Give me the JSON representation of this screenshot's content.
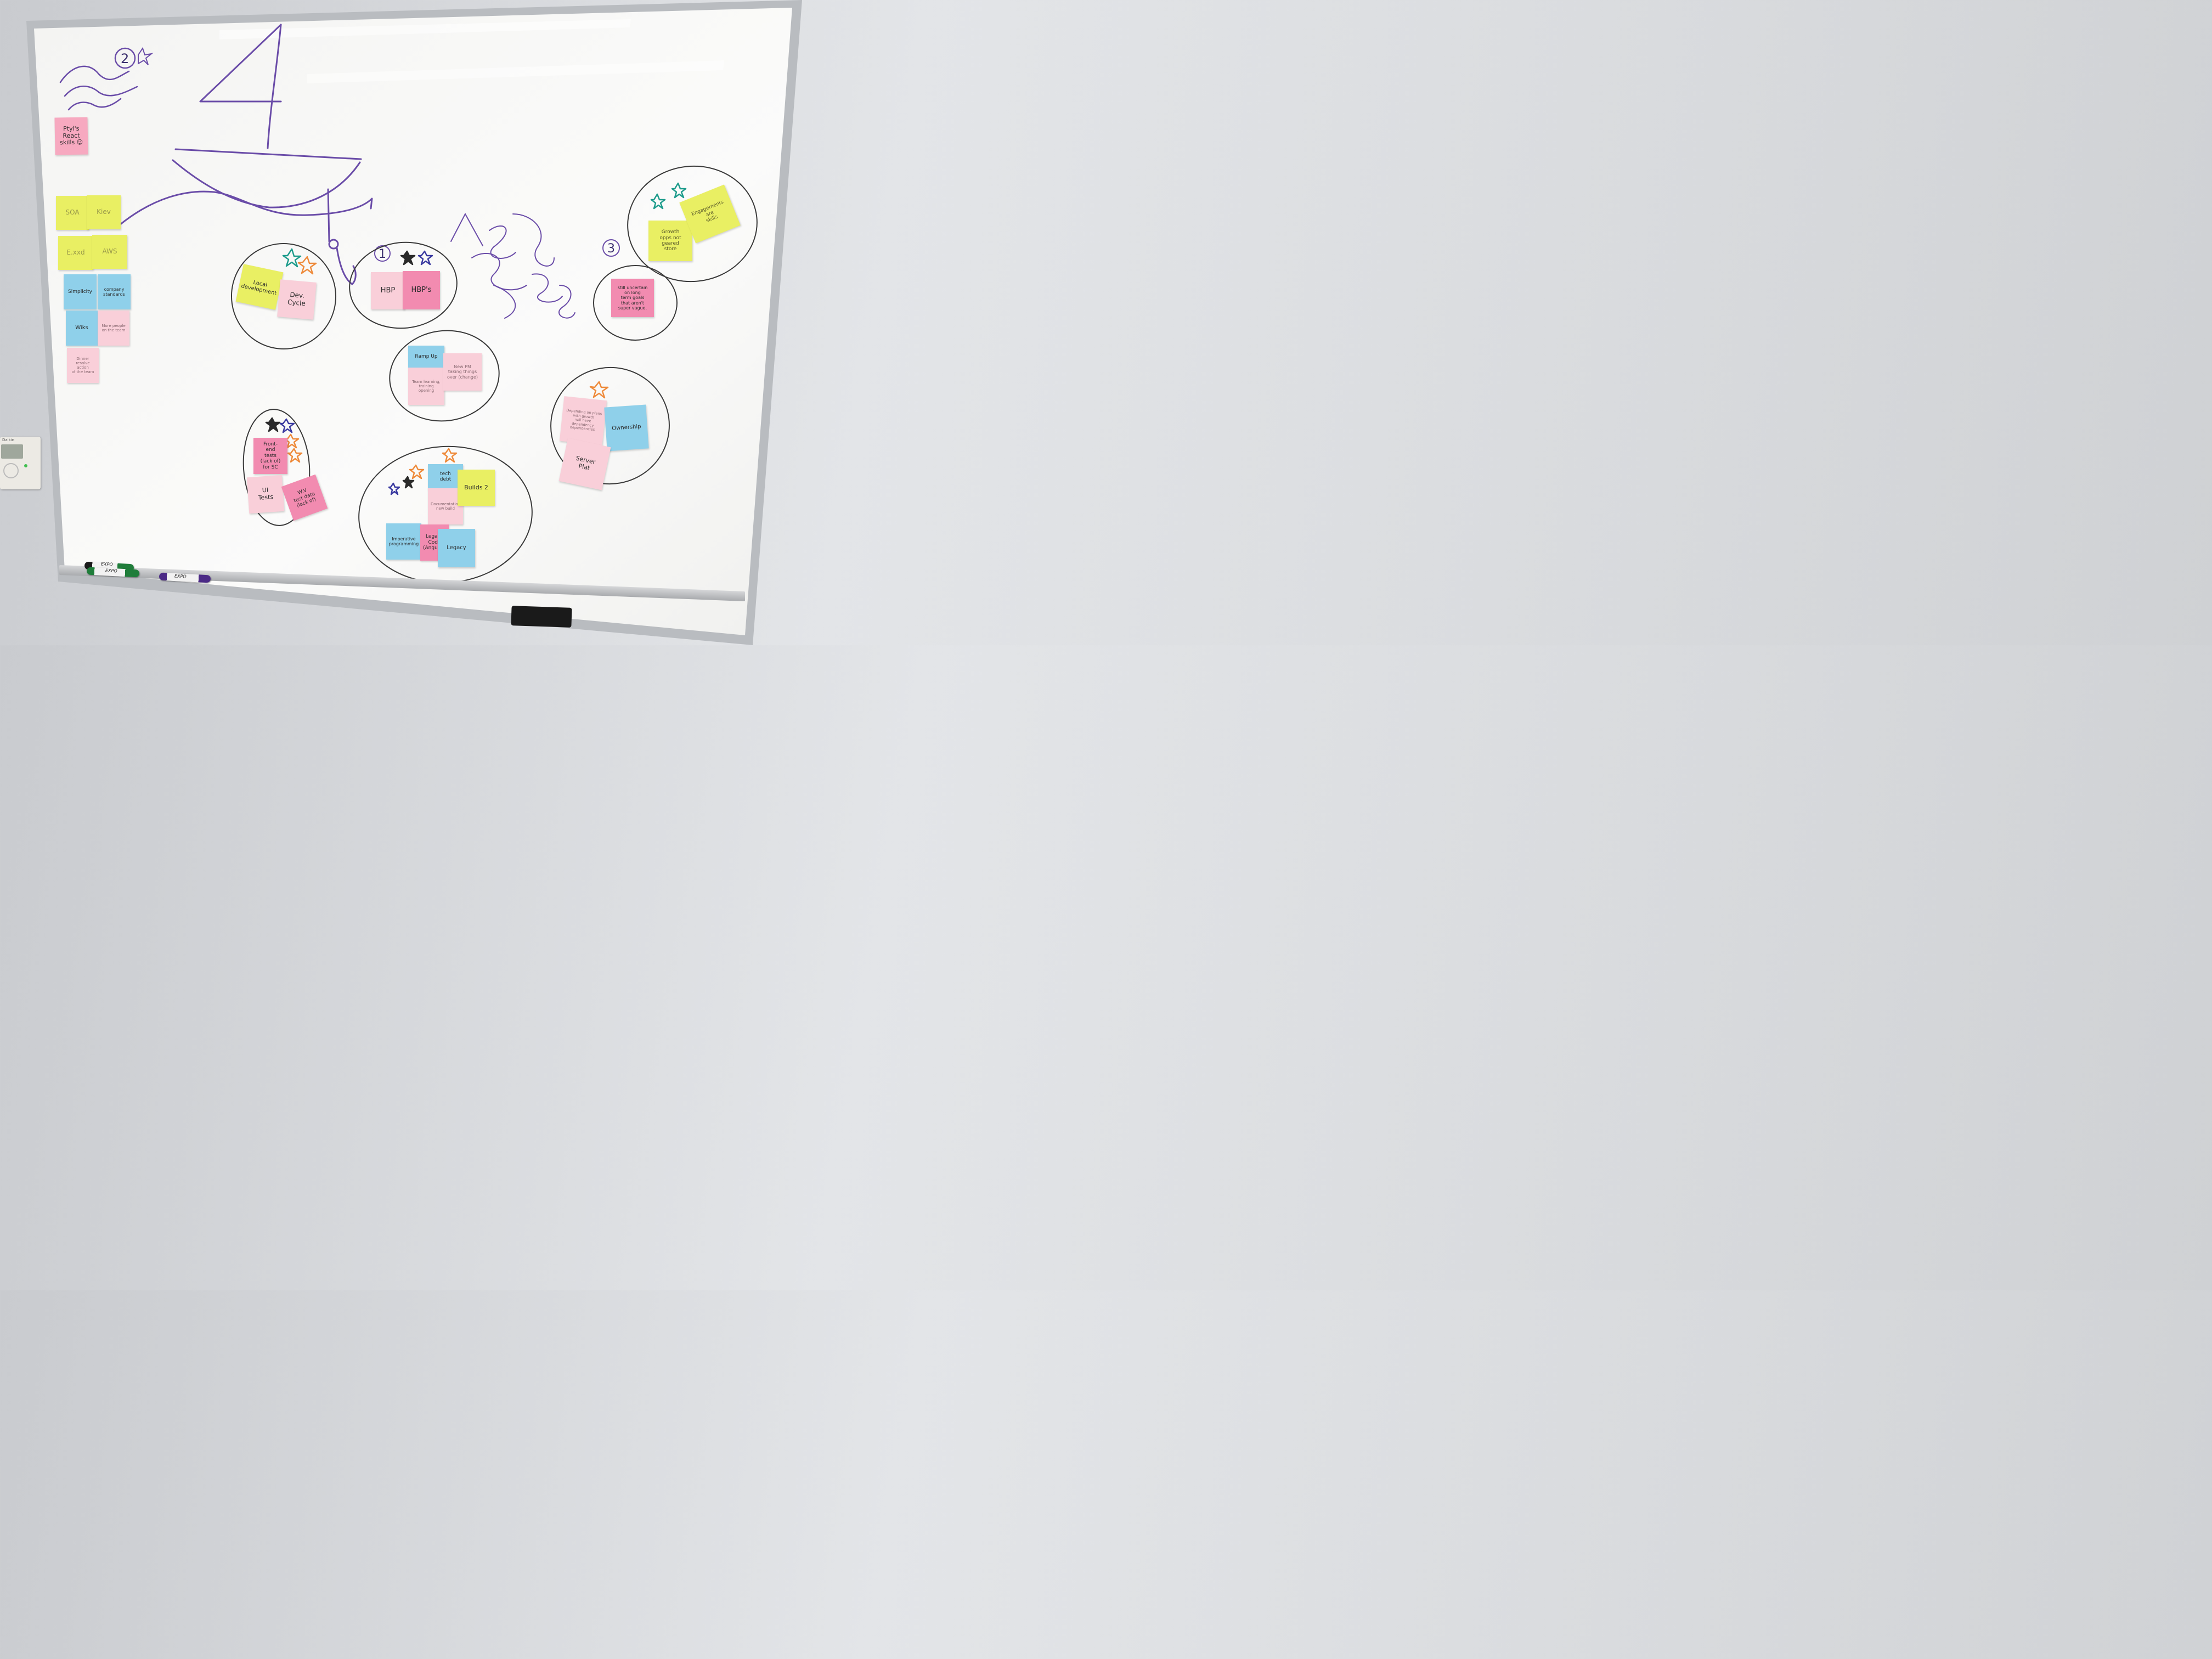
{
  "notes": {
    "ptyl": "Ptyl's\nReact\nskills ☺",
    "soa": "SOA",
    "kiev": "Kiev",
    "embed": "E.xxd",
    "aws": "AWS",
    "simplicity": "Simplicity",
    "company_standards": "company\nstandards",
    "wiki": "Wiks",
    "more_people": "More people\non the team",
    "dinner": "Dinner\nresolve action\nof the team",
    "local_dev": "Local\ndevelopment",
    "dev_cycle": "Dev.\nCycle",
    "hbp": "HBP",
    "hbps": "HBP's",
    "growth": "Growth\nopps not geared\nstore",
    "engagements": "Engagements\nare\nskills",
    "still_uncertain": "still uncertain\non long\nterm goals\nthat aren't\nsuper vague.",
    "ramp_up": "Ramp Up",
    "ramp_up_faint": "Team learning,\ntraining opening",
    "new_pm": "New PM\ntaking things\nover (change)",
    "ownership": "Ownership",
    "ownership_faint": "Depending on plans\nwith growth\nwill have dependency\ndependencies",
    "server_plat": "Server\nPlat",
    "frontend_tests": "Front-\nend\ntests\n(lack of)\nfor SC",
    "ui_tests": "UI\nTests",
    "wv_test_data": "W.V\ntest data\n(lack of)",
    "tech_debt": "tech\ndebt",
    "tech_debt_faint": "Documentation\nnew build",
    "builds2": "Builds 2",
    "imperative": "Imperative\nprogramming",
    "legacy_code": "Legacy\nCode\n(Angular)",
    "legacy": "Legacy"
  },
  "drawing": {
    "circle_numbers": [
      "2",
      "1",
      "3"
    ],
    "stroke_colors": {
      "purple": "#6a4ca8",
      "black": "#3a3a3a",
      "orange": "#ee8a3a",
      "teal": "#1c9b8b",
      "navy": "#3a3aa0"
    }
  },
  "markers": {
    "expo_1": "EXPO",
    "expo_2": "EXPO",
    "expo_3": "EXPO"
  },
  "thermostat": {
    "brand": "Daikin"
  }
}
